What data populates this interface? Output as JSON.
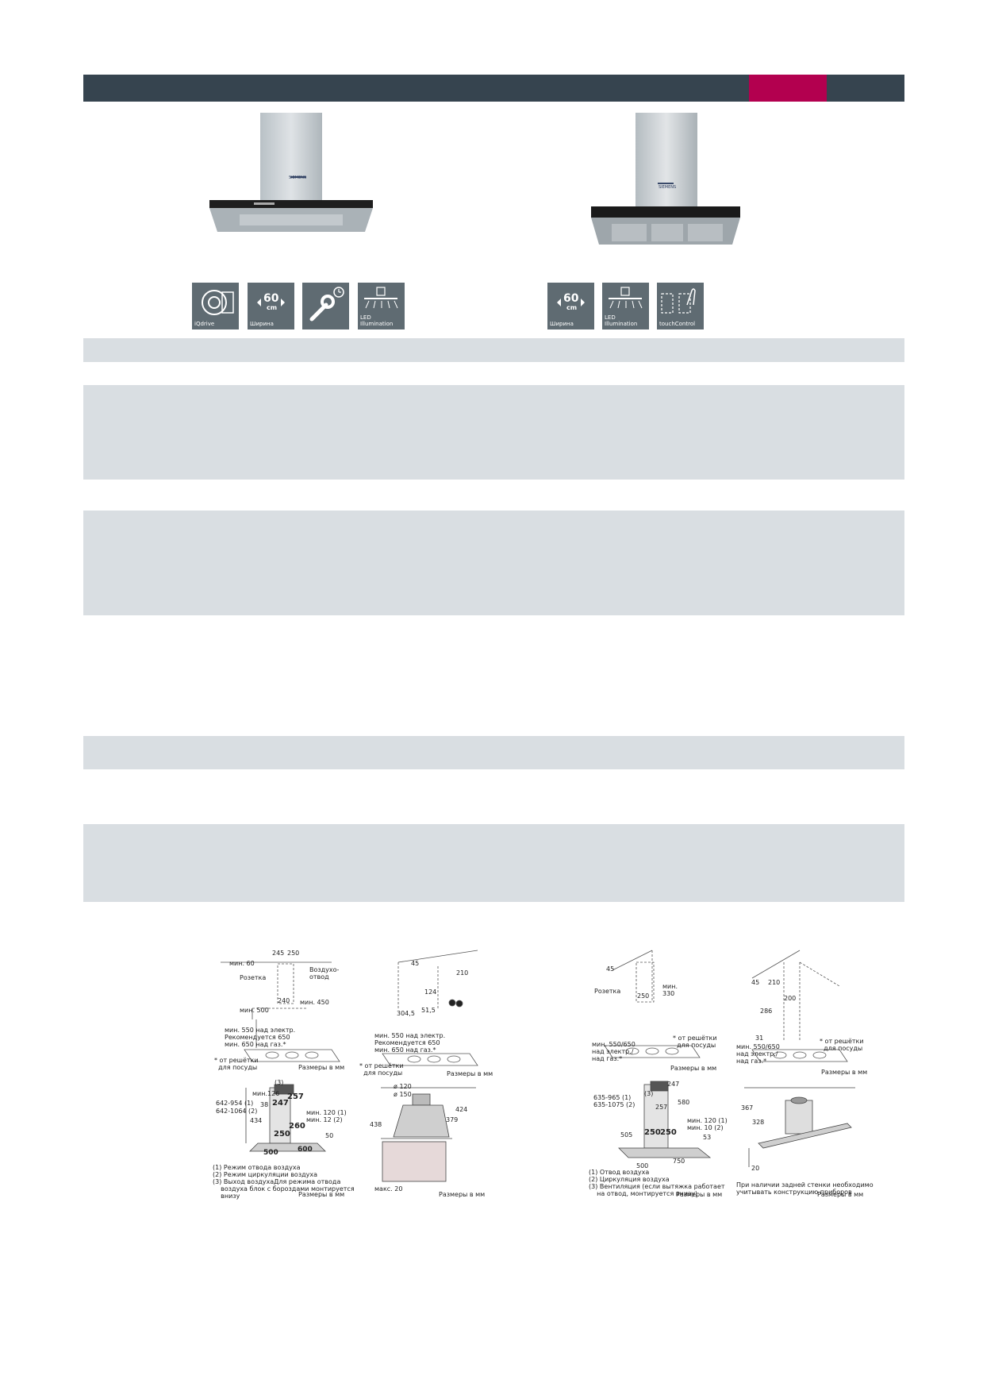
{
  "icons_left": [
    {
      "name": "iqdrive-icon",
      "label": "iQdrive"
    },
    {
      "name": "width-60cm-icon",
      "label": "Ширина",
      "value": "60",
      "unit": "cm"
    },
    {
      "name": "wrench-timer-icon",
      "label": ""
    },
    {
      "name": "led-illumination-icon",
      "label": "LED Illumination"
    }
  ],
  "icons_right": [
    {
      "name": "width-60cm-icon",
      "label": "Ширина",
      "value": "60",
      "unit": "cm"
    },
    {
      "name": "led-illumination-icon",
      "label": "LED Illumination"
    },
    {
      "name": "touchcontrol-icon",
      "label": "touchControl"
    }
  ],
  "product_left": {
    "brand": "SIEMENS"
  },
  "product_right": {
    "brand": "SIEMENS"
  },
  "diagram1": {
    "min60": "мин. 60",
    "d245": "245",
    "d250": "250",
    "outlet": "Воздухо-\nотвод",
    "socket": "Розетка",
    "d240": "240",
    "min450": "мин. 450",
    "min500": "мин. 500",
    "note": "мин. 550 над электр.\nРекомендуется 650\nмин. 650 над газ.*",
    "grid": "* от решётки\n  для посуды",
    "units": "Размеры в мм"
  },
  "diagram2": {
    "d45": "45",
    "d210": "210",
    "d124": "124",
    "d3045": "304,5",
    "d515": "51,5",
    "note": "мин. 550 над электр.\nРекомендуется 650\nмин. 650 над газ.*",
    "grid": "* от решётки\n  для посуды",
    "units": "Размеры в мм"
  },
  "diagram3": {
    "r1": "642-954 (1)",
    "r2": "642-1064 (2)",
    "min126": "мин.126",
    "d257": "257",
    "d247": "247",
    "d38": "38",
    "d434": "434",
    "d250": "250",
    "d260": "260",
    "min120": "мин. 120 (1)",
    "min12": "мин. 12 (2)",
    "d50": "50",
    "d500": "500",
    "d600": "600",
    "c3": "(3)",
    "legend": "(1) Режим отвода воздуха\n(2) Режим циркуляции воздуха\n(3) Выход воздухаДля режима отвода\n    воздуха блок с бороздами монтируется\n    внизу",
    "units": "Размеры в мм"
  },
  "diagram4": {
    "d120": "ø 120",
    "d150": "ø 150",
    "d438": "438",
    "d424": "424",
    "d379": "379",
    "max20": "макс. 20",
    "units": "Размеры в мм"
  },
  "diagram5": {
    "d45": "45",
    "socket": "Розетка",
    "min330": "мин.\n330",
    "d250": "250",
    "note": "мин. 550/650\nнад электр./\nнад газ.*",
    "grid": "* от решётки\n  для посуды",
    "units": "Размеры в мм"
  },
  "diagram6": {
    "d45": "45",
    "d210": "210",
    "d200": "200",
    "d286": "286",
    "d31": "31",
    "note": "мин. 550/650\nнад электр./\nнад газ.*",
    "grid": "* от решётки\n  для посуды",
    "units": "Размеры в мм"
  },
  "diagram7": {
    "r1": "635-965 (1)",
    "r2": "635-1075 (2)",
    "d247": "247",
    "d580": "580",
    "d257": "257",
    "c3": "(3)",
    "d505": "505",
    "d250a": "250",
    "d250b": "250",
    "min120": "мин. 120 (1)",
    "min10": "мин. 10 (2)",
    "d53": "53",
    "d500": "500",
    "d750": "750",
    "legend": "(1) Отвод воздуха\n(2) Циркуляция воздуха\n(3) Вентиляция (если вытяжка работает\n    на отвод, монтируется внизу)",
    "units": "Размеры в мм"
  },
  "diagram8": {
    "d367": "367",
    "d328": "328",
    "d20": "20",
    "note": "При наличии задней стенки необходимо\nучитывать конструкцию приборов",
    "units": "Размеры в мм"
  }
}
